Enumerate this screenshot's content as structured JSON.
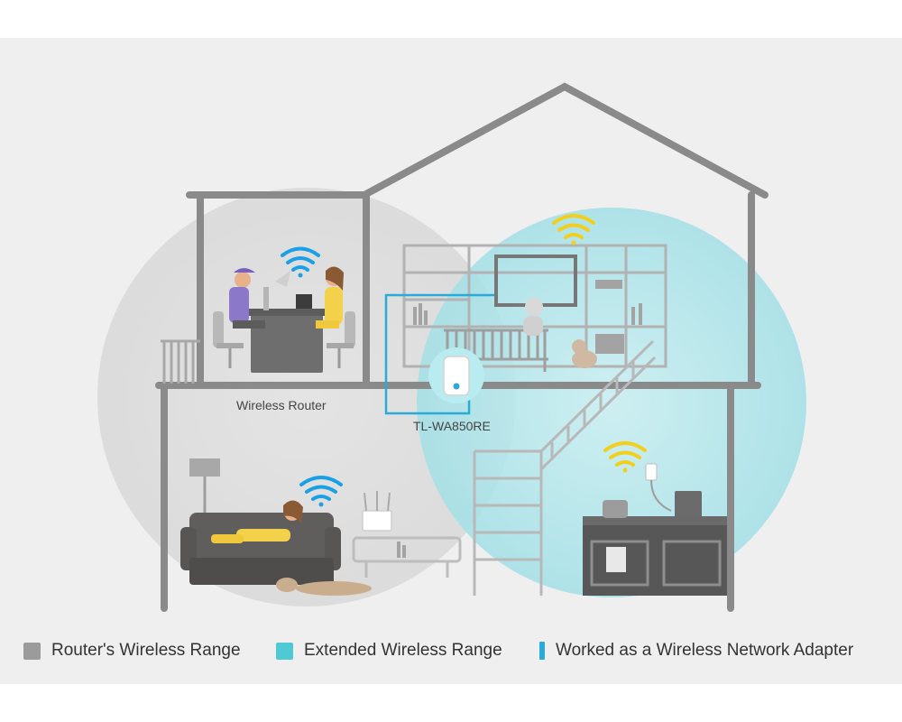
{
  "labels": {
    "wireless_router": "Wireless Router",
    "extender_model": "TL-WA850RE"
  },
  "legend": [
    {
      "text": "Router's Wireless Range",
      "color": "#9b9b9b",
      "marker": "square"
    },
    {
      "text": "Extended Wireless Range",
      "color": "#4fc9d3",
      "marker": "square"
    },
    {
      "text": "Worked as a Wireless Network Adapter",
      "color": "#2ba9d8",
      "marker": "bar"
    }
  ],
  "colors": {
    "background": "#efefef",
    "router_range": "#dcdcdc",
    "extended_range": "#a9e3e8",
    "house_outline": "#8a8a8a",
    "wifi_blue": "#1aa0e6",
    "wifi_yellow": "#f2cf1a"
  }
}
